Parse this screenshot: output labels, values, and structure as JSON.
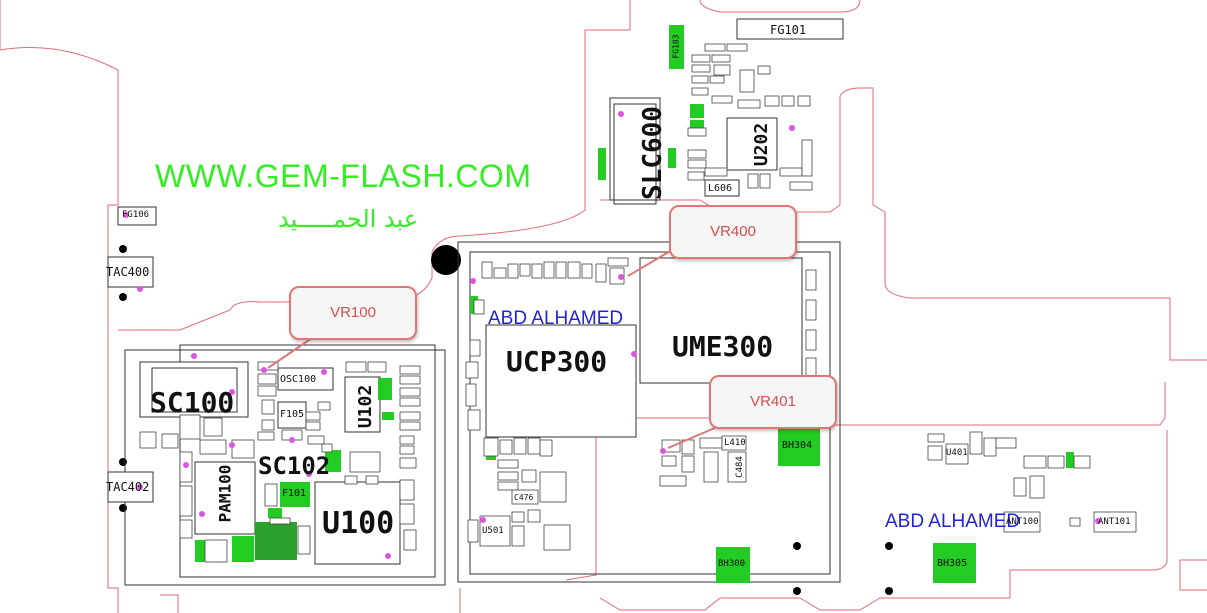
{
  "watermark": {
    "site": "WWW.GEM-FLASH.COM",
    "arabic": "عبد الحمـــــيد"
  },
  "callouts": [
    {
      "id": "vr100",
      "label": "VR100"
    },
    {
      "id": "vr400",
      "label": "VR400"
    },
    {
      "id": "vr401",
      "label": "VR401"
    }
  ],
  "blue_labels": {
    "top": "ABD ALHAMED",
    "bottom": "ABD ALHAMED"
  },
  "components": {
    "fg101": "FG101",
    "fg103": "FG103",
    "fg106": "FG106",
    "tac400": "TAC400",
    "tac402": "TAC402",
    "slc600": "SLC600",
    "u202": "U202",
    "l606": "L606",
    "ucp300": "UCP300",
    "ume300": "UME300",
    "sc100": "SC100",
    "sc102": "SC102",
    "u100": "U100",
    "u102": "U102",
    "pam100": "PAM100",
    "osc100": "OSC100",
    "f105": "F105",
    "f101": "F101",
    "bh304": "BH304",
    "bh300": "BH300",
    "bh305": "BH305",
    "c484": "C484",
    "l410": "L410",
    "u401": "U401",
    "u501": "U501",
    "ant100": "ANT100",
    "ant101": "ANT101",
    "c476": "C476"
  },
  "colors": {
    "outline": "#e06a78",
    "watermark": "#33ee22",
    "blue_text": "#2222dd",
    "callout_border": "#e07676",
    "pad_green": "#22cc22"
  }
}
